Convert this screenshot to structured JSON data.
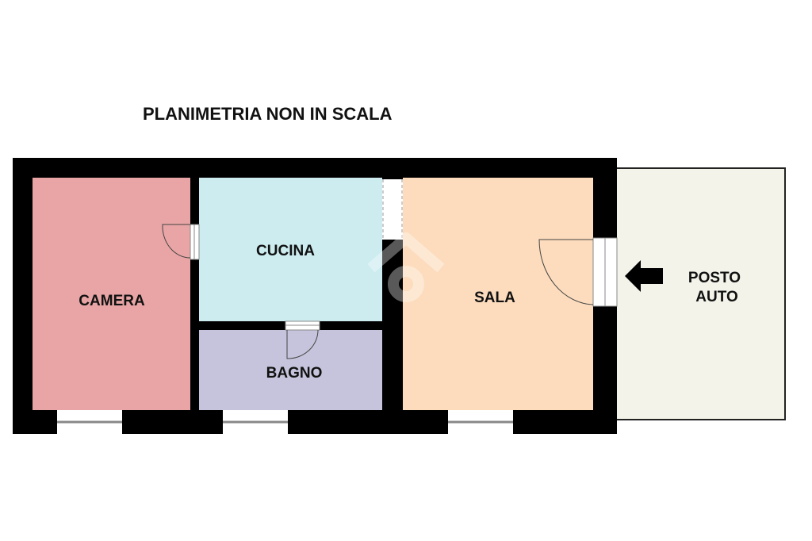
{
  "title": "PLANIMETRIA NON IN SCALA",
  "rooms": {
    "camera": {
      "label": "CAMERA",
      "color": "#e9a5a5"
    },
    "cucina": {
      "label": "CUCINA",
      "color": "#cdecf0"
    },
    "bagno": {
      "label": "BAGNO",
      "color": "#c5c4dc"
    },
    "sala": {
      "label": "SALA",
      "color": "#fcdcbd"
    }
  },
  "posto_auto": {
    "label_line1": "POSTO",
    "label_line2": "AUTO",
    "color": "#f3f3ea"
  },
  "colors": {
    "wall": "#000000",
    "window": "#ffffff",
    "door_arc": "#444444"
  },
  "icons": {
    "entrance_arrow": "left-arrow-icon",
    "watermark": "house-logo-watermark"
  }
}
